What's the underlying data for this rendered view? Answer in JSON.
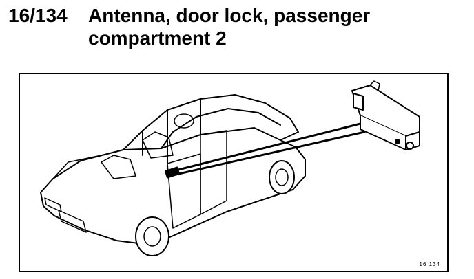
{
  "section": {
    "number": "16/134",
    "title": "Antenna, door lock, passenger compartment 2"
  },
  "figure": {
    "code": "16 134",
    "illustration_icon": "sedan-with-door-lock-antenna-icon",
    "line_color": "#000000",
    "background_color": "#ffffff"
  }
}
